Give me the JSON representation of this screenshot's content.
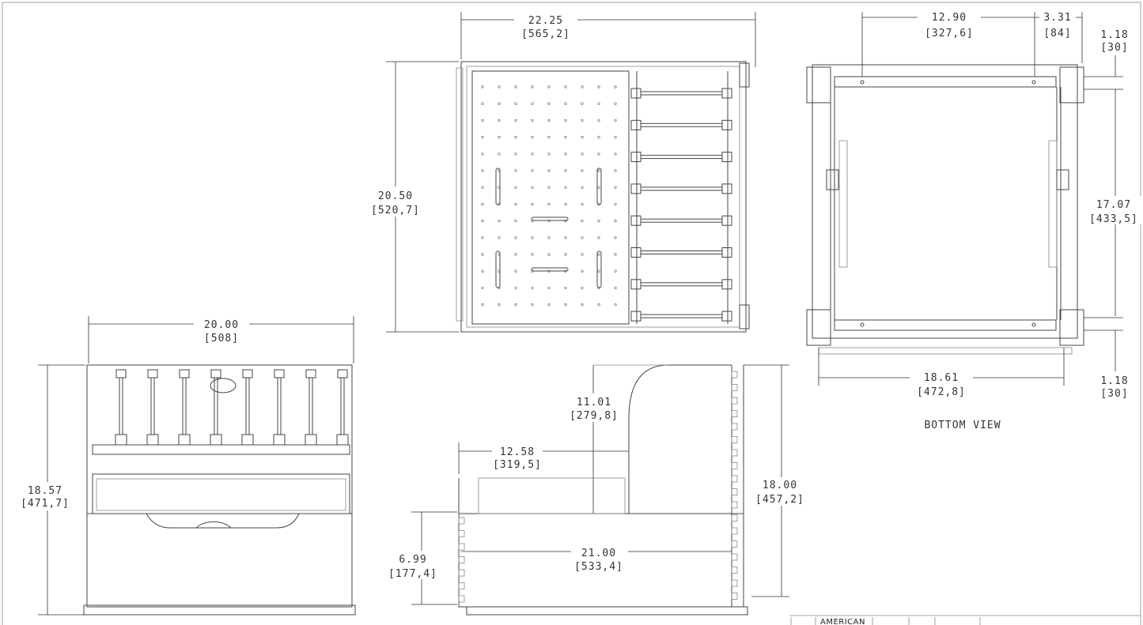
{
  "drawing": {
    "views": {
      "bottom_view_label": "BOTTOM VIEW"
    },
    "dimensions": [
      {
        "id": "top-width",
        "value": "22.25",
        "metric": "[565,2]"
      },
      {
        "id": "top-depth",
        "value": "20.50",
        "metric": "[520,7]"
      },
      {
        "id": "bottom-rail-span",
        "value": "12.90",
        "metric": "[327,6]"
      },
      {
        "id": "bottom-offset",
        "value": "3.31",
        "metric": "[84]"
      },
      {
        "id": "bottom-top-edge",
        "value": "1.18",
        "metric": "[30]"
      },
      {
        "id": "bottom-rail-distance",
        "value": "17.07",
        "metric": "[433,5]"
      },
      {
        "id": "bottom-bottom-edge",
        "value": "1.18",
        "metric": "[30]"
      },
      {
        "id": "bottom-width",
        "value": "18.61",
        "metric": "[472,8]"
      },
      {
        "id": "front-width",
        "value": "20.00",
        "metric": "[508]"
      },
      {
        "id": "front-height",
        "value": "18.57",
        "metric": "[471,7]"
      },
      {
        "id": "side-upper-height",
        "value": "11.01",
        "metric": "[279,8]"
      },
      {
        "id": "side-upper-depth",
        "value": "12.58",
        "metric": "[319,5]"
      },
      {
        "id": "side-height",
        "value": "18.00",
        "metric": "[457,2]"
      },
      {
        "id": "side-lower-height",
        "value": "6.99",
        "metric": "[177,4]"
      },
      {
        "id": "side-depth",
        "value": "21.00",
        "metric": "[533,4]"
      }
    ],
    "title_block": {
      "company": "AMERICAN"
    },
    "line_color": "#444444"
  }
}
